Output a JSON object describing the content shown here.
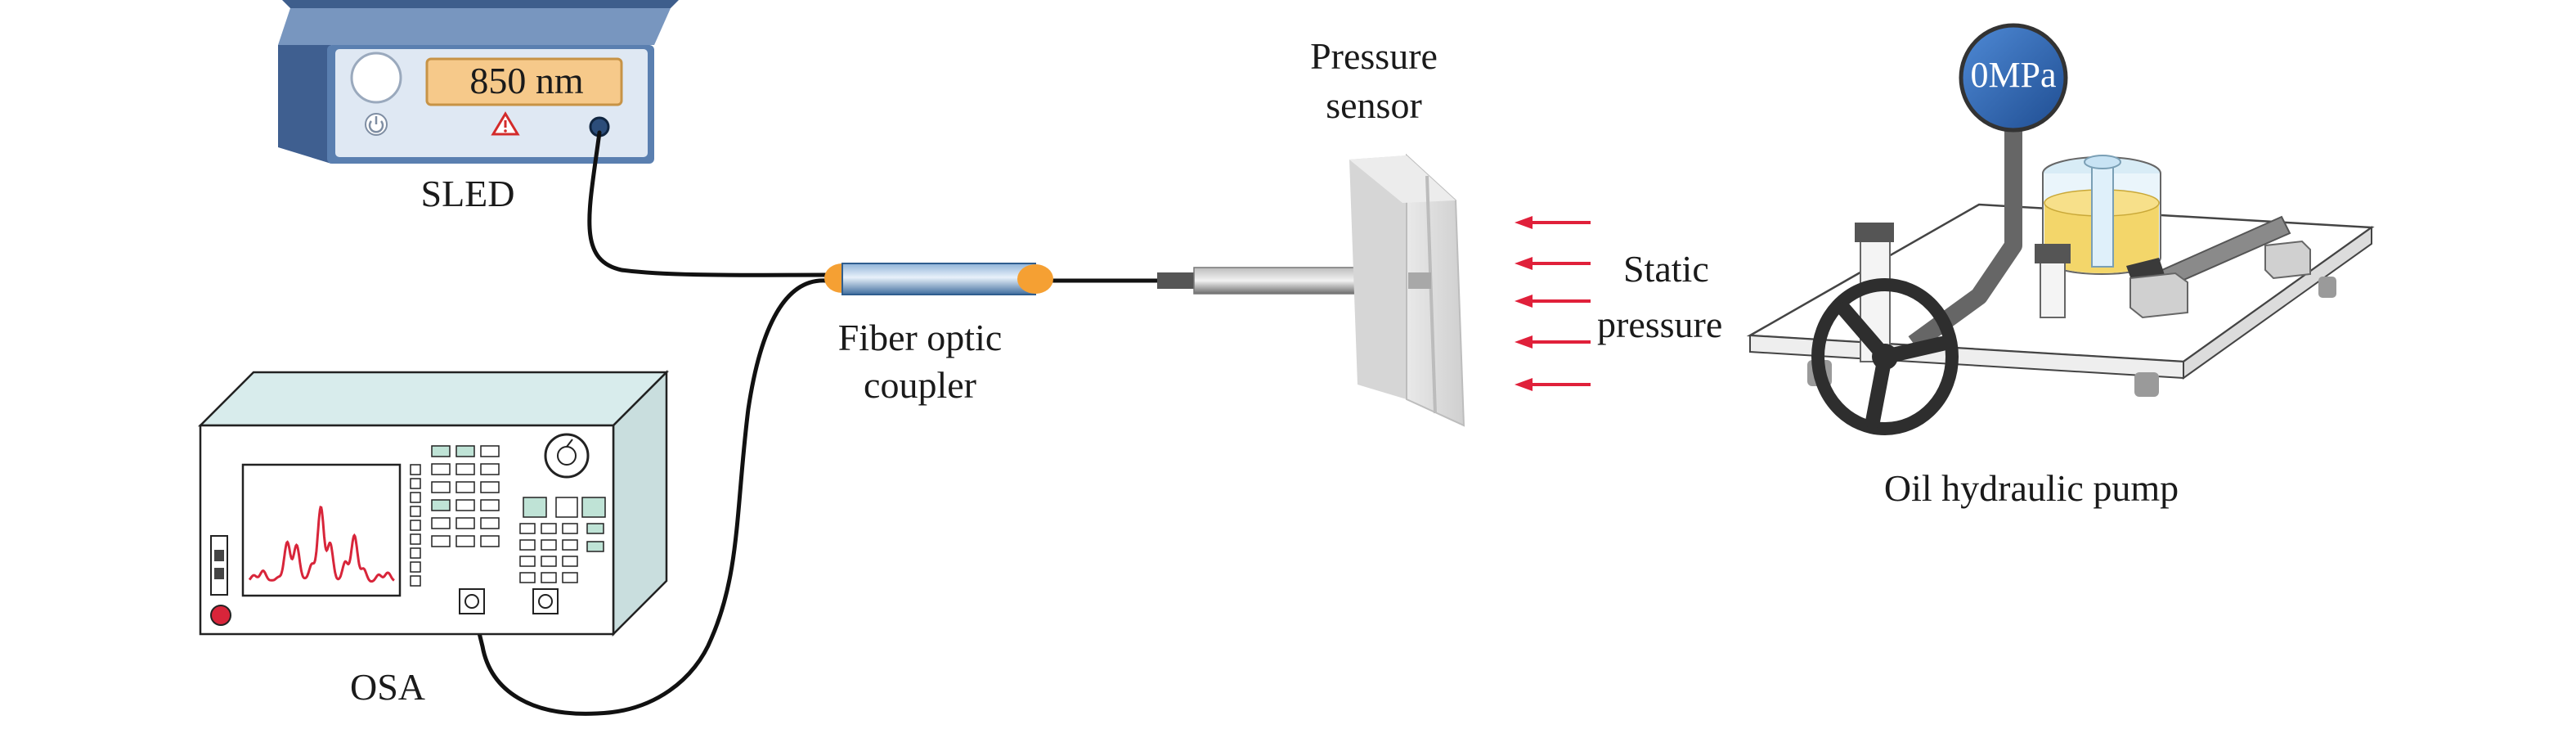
{
  "sled": {
    "label": "SLED",
    "wavelength": "850 nm"
  },
  "osa": {
    "label": "OSA"
  },
  "coupler": {
    "label_line1": "Fiber optic",
    "label_line2": "coupler"
  },
  "sensor": {
    "label_line1": "Pressure",
    "label_line2": "sensor"
  },
  "static_pressure": {
    "label_line1": "Static",
    "label_line2": "pressure"
  },
  "pump": {
    "label": "Oil hydraulic pump",
    "gauge_reading": "0MPa"
  },
  "colors": {
    "sled_body": "#5a7fb0",
    "sled_panel": "#dfe8f3",
    "display_bg": "#f6c98a",
    "arrow_red": "#e0203a",
    "coupler_orange": "#f5a033",
    "gauge_blue": "#2f68b8",
    "oil_yellow": "#f3d66a",
    "osa_trace": "#d8253a"
  },
  "icons": [
    "power-icon",
    "warning-icon",
    "red-arrow-icon"
  ]
}
